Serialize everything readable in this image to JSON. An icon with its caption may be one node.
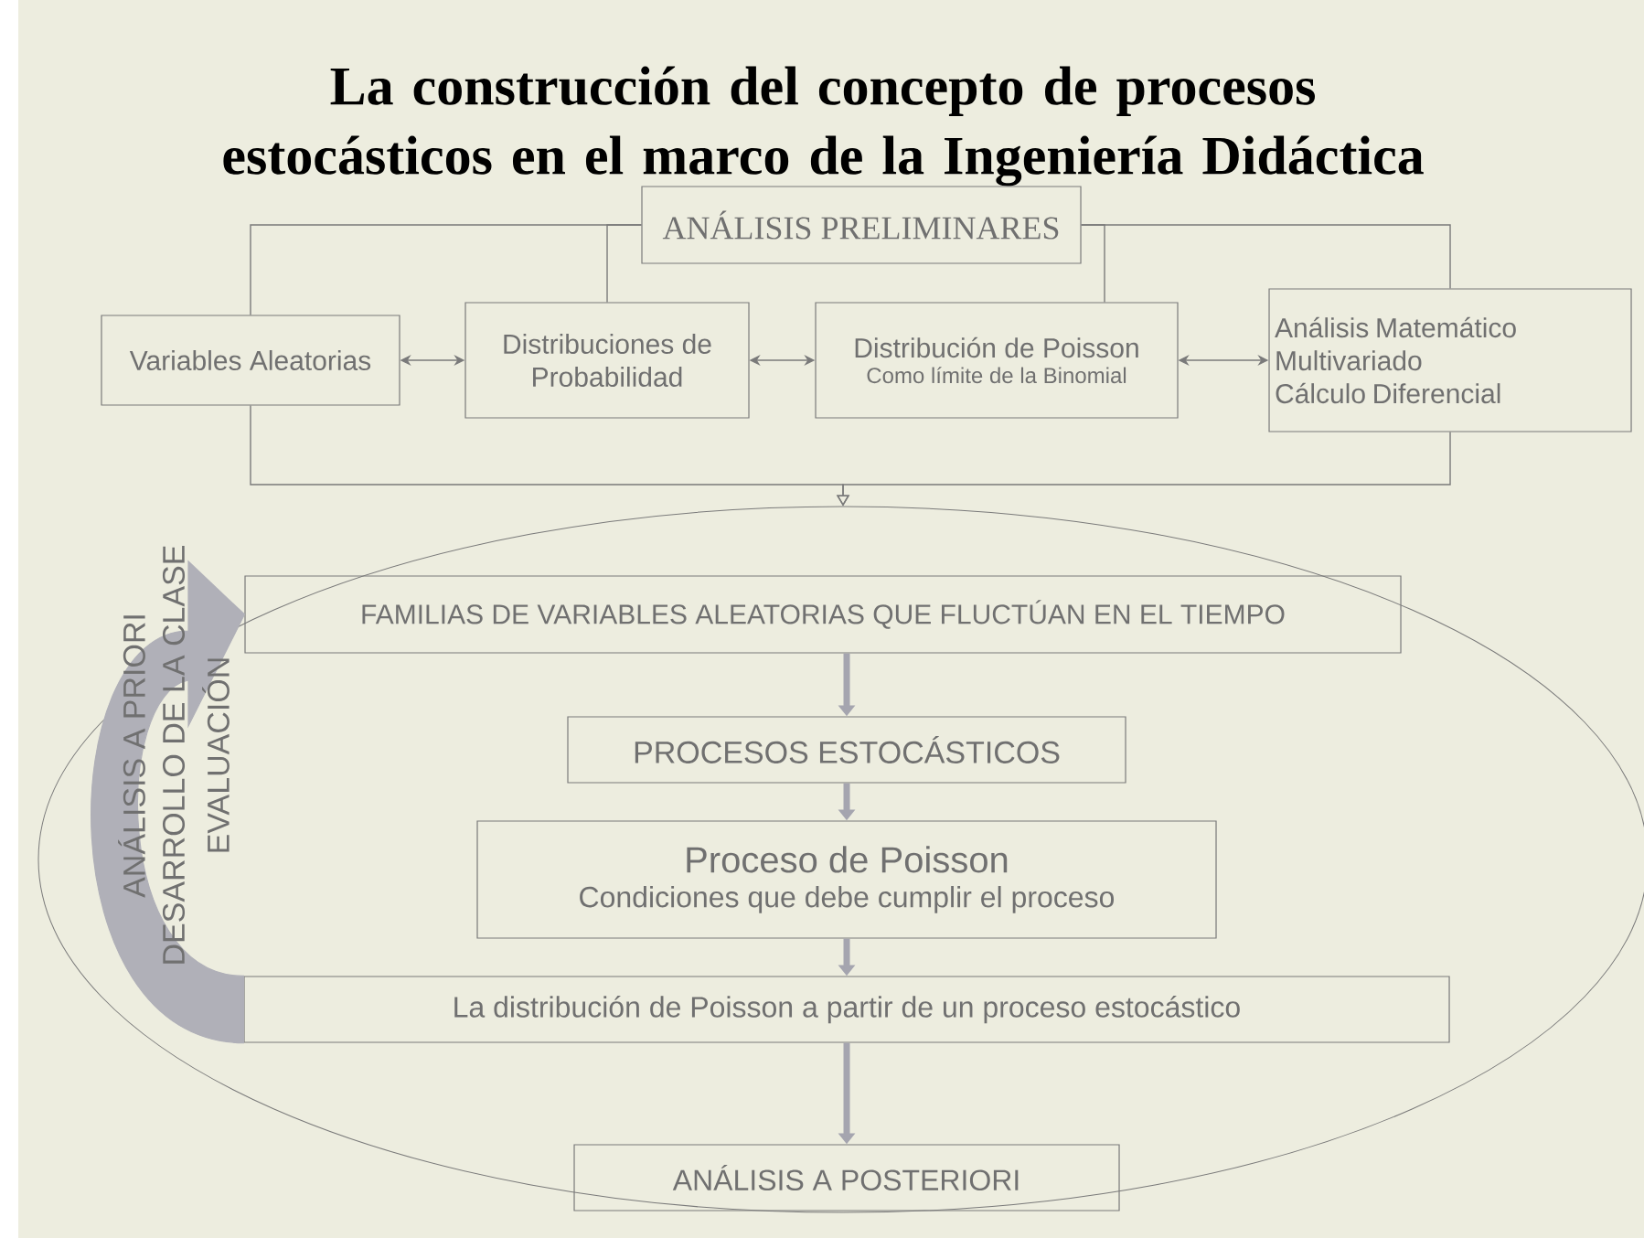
{
  "diagram": {
    "title": "La construcción del concepto de procesos estocásticos en el marco de la Ingeniería Didáctica",
    "nodes": [
      {
        "text": [
          "ANÁLISIS PRELIMINARES"
        ]
      },
      {
        "text": [
          "Variables Aleatorias"
        ]
      },
      {
        "text": [
          "Distribuciones de Probabilidad"
        ]
      },
      {
        "text": [
          "Distribución de Poisson",
          "Como límite de la Binomial"
        ]
      },
      {
        "text": [
          "Análisis Matemático",
          "Multivariado",
          "Cálculo Diferencial"
        ]
      },
      {
        "text": [],
        "shape": "ellipse"
      },
      {
        "text": [
          "FAMILIAS DE VARIABLES ALEATORIAS QUE FLUCTÚAN EN EL TIEMPO"
        ],
        "in": 5
      },
      {
        "text": [
          "PROCESOS ESTOCÁSTICOS"
        ],
        "in": 5
      },
      {
        "text": [
          "Proceso de Poisson",
          "Condiciones que debe cumplir el proceso"
        ],
        "in": 5
      },
      {
        "text": [
          "La distribución de Poisson a partir de un proceso estocástico"
        ],
        "in": 5
      },
      {
        "text": [
          "ANÁLISIS A POSTERIORI"
        ],
        "in": 5
      }
    ],
    "edges": [
      {
        "from": 0,
        "to": 1,
        "arrow": "none"
      },
      {
        "from": 0,
        "to": 2,
        "arrow": "none"
      },
      {
        "from": 0,
        "to": 3,
        "arrow": "none"
      },
      {
        "from": 0,
        "to": 4,
        "arrow": "none"
      },
      {
        "from": 1,
        "to": 2,
        "arrow": "both"
      },
      {
        "from": 2,
        "to": 3,
        "arrow": "both"
      },
      {
        "from": 3,
        "to": 4,
        "arrow": "both"
      },
      {
        "from": 1,
        "to": 5,
        "arrow": "to"
      },
      {
        "from": 4,
        "to": 5,
        "arrow": "to"
      },
      {
        "from": 6,
        "to": 7,
        "arrow": "to",
        "style": "thick"
      },
      {
        "from": 7,
        "to": 8,
        "arrow": "to",
        "style": "thick"
      },
      {
        "from": 8,
        "to": 9,
        "arrow": "to",
        "style": "thick"
      },
      {
        "from": 9,
        "to": 10,
        "arrow": "to",
        "style": "thick"
      },
      {
        "from": 9,
        "to": 6,
        "arrow": "to",
        "style": "thick",
        "color": "#b0b0b8"
      }
    ],
    "labels": [
      "ANÁLISIS A PRIORI",
      "DESARROLLO DE LA CLASE",
      "EVALUACIÓN"
    ]
  }
}
